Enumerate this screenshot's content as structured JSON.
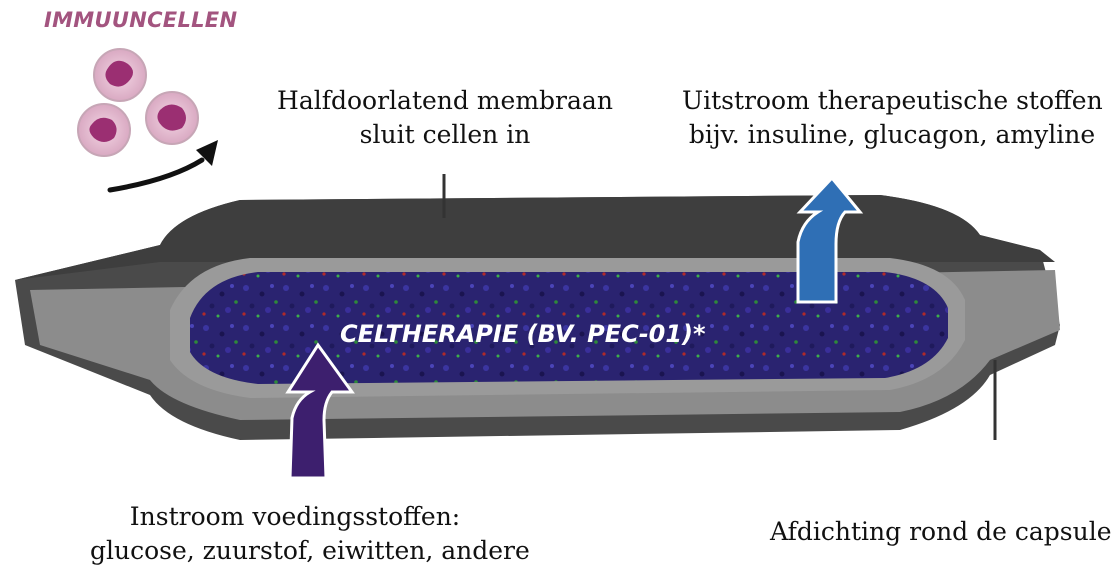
{
  "labels": {
    "immune": "IMMUUNCELLEN",
    "membrane_line1": "Halfdoorlatend membraan",
    "membrane_line2": "sluit cellen in",
    "outflow_line1": "Uitstroom therapeutische stoffen",
    "outflow_line2": "bijv. insuline, glucagon, amyline",
    "center": "CELTHERAPIE (BV. PEC-01)*",
    "inflow_line1": "Instroom voedingsstoffen:",
    "inflow_line2": "glucose, zuurstof, eiwitten, andere",
    "seal": "Afdichting rond de capsule"
  },
  "colors": {
    "immune_text": "#a3547f",
    "capsule_dark": "#4a4a4a",
    "capsule_light": "#8c8c8c",
    "cell_mass": "#2a2370",
    "outflow_arrow": "#2f6fb5",
    "inflow_arrow": "#3d1f6e"
  },
  "icons": [
    "immune-cell-icon",
    "curved-arrow-icon",
    "outflow-arrow-icon",
    "inflow-arrow-icon"
  ]
}
